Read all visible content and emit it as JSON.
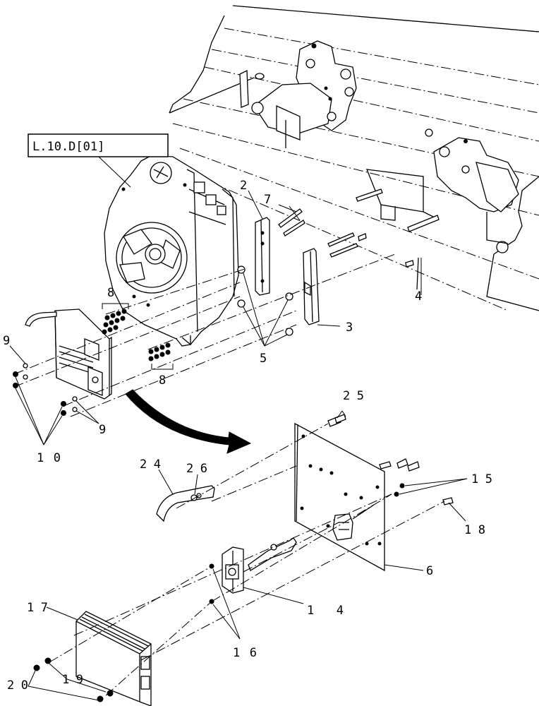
{
  "reference_box": "L.10.D[01]",
  "callouts": {
    "c2": "2",
    "c3": "3",
    "c4": "4",
    "c5": "5",
    "c6": "6",
    "c7": "7",
    "c8a": "8",
    "c8b": "8",
    "c9a": "9",
    "c9b": "9",
    "c10": "10",
    "c14": "14",
    "c15": "15",
    "c16": "16",
    "c17": "17",
    "c18": "18",
    "c19": "19",
    "c20": "20",
    "c24": "24",
    "c25": "25",
    "c26": "26"
  }
}
